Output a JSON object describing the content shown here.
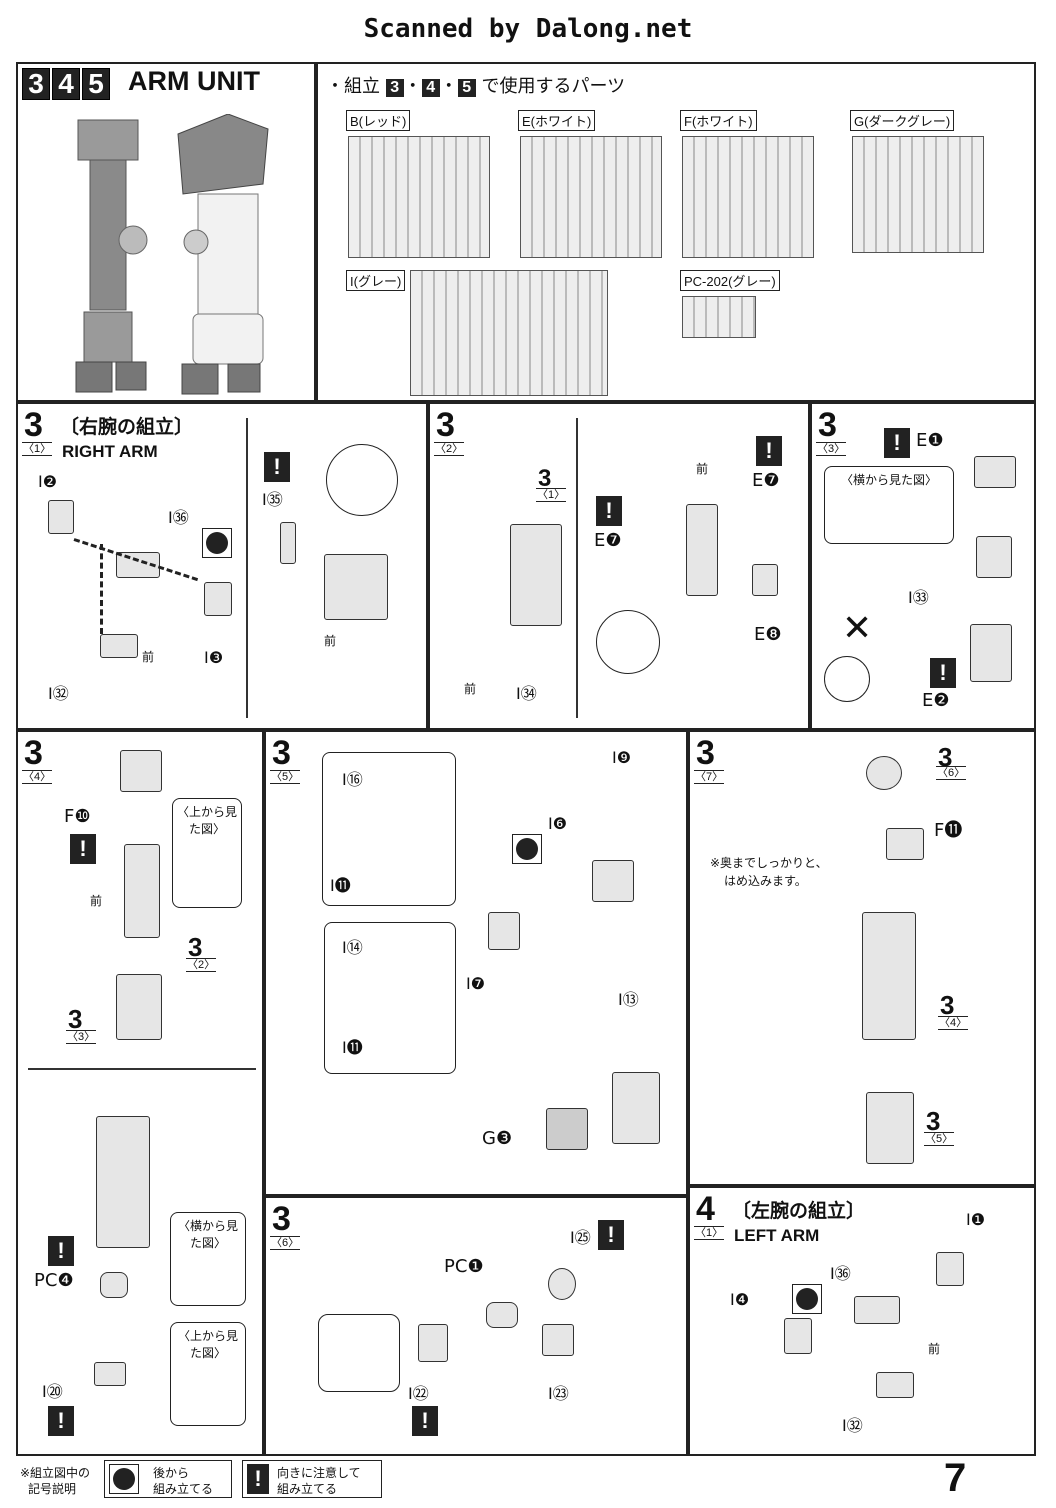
{
  "header": {
    "scan_credit": "Scanned by Dalong.net"
  },
  "top": {
    "step_badges": [
      "3",
      "4",
      "5"
    ],
    "title": "ARM UNIT",
    "parts_caption_prefix": "・組立",
    "parts_caption_steps": [
      "3",
      "4",
      "5"
    ],
    "parts_caption_suffix": "で使用するパーツ",
    "sprues": [
      {
        "label": "B(レッド)"
      },
      {
        "label": "E(ホワイト)"
      },
      {
        "label": "F(ホワイト)"
      },
      {
        "label": "G(ダークグレー)"
      },
      {
        "label": "I(グレー)"
      },
      {
        "label": "PC-202(グレー)"
      }
    ]
  },
  "step3_1": {
    "num": "3",
    "sub": "〈1〉",
    "jp": "〔右腕の組立〕",
    "en": "RIGHT ARM",
    "parts": [
      "I❷",
      "I㊱",
      "I❸",
      "I㉜",
      "I㉟"
    ],
    "front": "前",
    "front2": "前"
  },
  "step3_2": {
    "num": "3",
    "sub": "〈2〉",
    "ref_num": "3",
    "ref_sub": "〈1〉",
    "parts": [
      "E❼",
      "E❼",
      "E❽",
      "I㉞"
    ],
    "front": "前",
    "front2": "前"
  },
  "step3_3": {
    "num": "3",
    "sub": "〈3〉",
    "parts": [
      "E❶",
      "I㉝",
      "E❷"
    ],
    "side_view": "〈横から見た図〉"
  },
  "step3_4": {
    "num": "3",
    "sub": "〈4〉",
    "parts": [
      "F❿",
      "PC❹",
      "I⑳"
    ],
    "front": "前",
    "top_view": "〈上から見た図〉",
    "side_view": "〈横から見た図〉",
    "top_view2": "〈上から見た図〉",
    "ref1_num": "3",
    "ref1_sub": "〈2〉",
    "ref2_num": "3",
    "ref2_sub": "〈3〉"
  },
  "step3_5": {
    "num": "3",
    "sub": "〈5〉",
    "parts": [
      "I⑯",
      "I⓫",
      "I⑭",
      "I⓫",
      "I❾",
      "I❻",
      "I❼",
      "I⑬",
      "G❸"
    ]
  },
  "step3_6": {
    "num": "3",
    "sub": "〈6〉",
    "parts": [
      "PC❶",
      "I㉕",
      "I㉒",
      "I㉓"
    ]
  },
  "step3_7": {
    "num": "3",
    "sub": "〈7〉",
    "parts": [
      "F⓫"
    ],
    "note1": "※奥までしっかりと、",
    "note2": "はめ込みます。",
    "refs": [
      {
        "num": "3",
        "sub": "〈6〉"
      },
      {
        "num": "3",
        "sub": "〈4〉"
      },
      {
        "num": "3",
        "sub": "〈5〉"
      }
    ]
  },
  "step4_1": {
    "num": "4",
    "sub": "〈1〉",
    "jp": "〔左腕の組立〕",
    "en": "LEFT ARM",
    "parts": [
      "I❶",
      "I㊱",
      "I❹",
      "I㉜"
    ],
    "front": "前"
  },
  "footer": {
    "legend_title_1": "※組立図中の",
    "legend_title_2": "記号説明",
    "back_label_1": "後から",
    "back_label_2": "組み立てる",
    "warn_label_1": "向きに注意して",
    "warn_label_2": "組み立てる",
    "page_number": "7"
  }
}
